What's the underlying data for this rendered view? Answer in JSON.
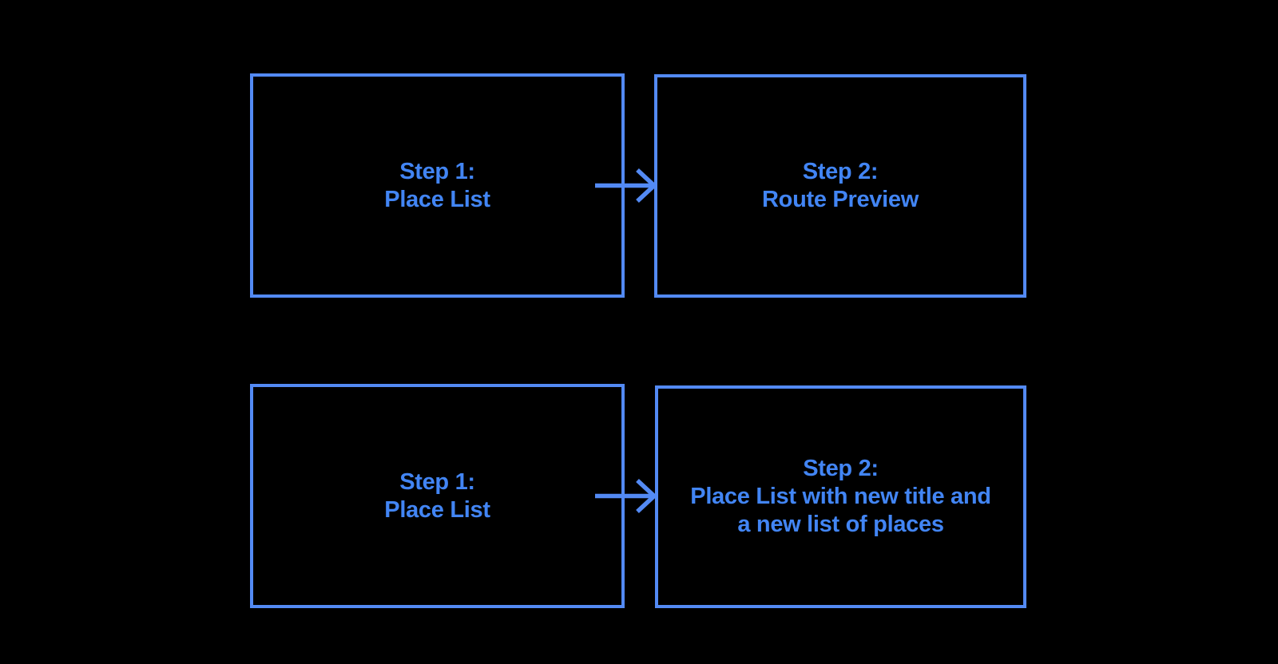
{
  "colors": {
    "background": "#000000",
    "box_border": "#538af4",
    "text": "#4285f4",
    "arrow": "#538af4"
  },
  "boxes": [
    {
      "id": "step1-top",
      "lines": [
        "Step 1:",
        "Place List"
      ]
    },
    {
      "id": "step2-top",
      "lines": [
        "Step 2:",
        "Route Preview"
      ]
    },
    {
      "id": "step1-bottom",
      "lines": [
        "Step 1:",
        "Place List"
      ]
    },
    {
      "id": "step2-bottom",
      "lines": [
        "Step 2:",
        "Place List with new title and",
        "a new list of places"
      ]
    }
  ],
  "arrows": [
    {
      "id": "top",
      "direction": "right"
    },
    {
      "id": "bottom",
      "direction": "right"
    }
  ]
}
